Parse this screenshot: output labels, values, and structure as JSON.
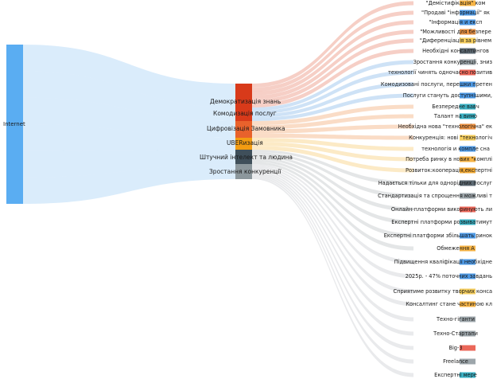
{
  "source": {
    "label": "Internet",
    "color": "#5aadf2"
  },
  "middle": [
    {
      "label": "Демократизація знань",
      "color": "#d83a1a"
    },
    {
      "label": "Комодизація послуг",
      "color": "#d83a1a"
    },
    {
      "label": "Цифровізація Замовника",
      "color": "#e8622c"
    },
    {
      "label": "UBERизація",
      "color": "#f39c12"
    },
    {
      "label": "Штучний інтелект та людина",
      "color": "#3f4f5a"
    },
    {
      "label": "Зростання конкуренції",
      "color": "#8c979c"
    }
  ],
  "targets": [
    {
      "label": "\"Демістифікація\" ком",
      "color": "#f5a623",
      "from": 0
    },
    {
      "label": "\"Продаві \"інформації\" як",
      "color": "#2e86de",
      "from": 0
    },
    {
      "label": "\"Інформація и експ",
      "color": "#2e86de",
      "from": 0
    },
    {
      "label": "\"Можливості для безпере",
      "color": "#e67e22",
      "from": 0
    },
    {
      "label": "\"Диференціація за рівнем",
      "color": "#f5c542",
      "from": 0
    },
    {
      "label": "Необхідні консалтингов",
      "color": "#3f4f5a",
      "from": 0
    },
    {
      "label": "Зростання конкуренції, зниз",
      "color": "#8c979c",
      "from": 1
    },
    {
      "label": "технології чинять одночасно позитив",
      "color": "#e74c3c",
      "from": 1
    },
    {
      "label": "Комодизовані послуги, перешки претен",
      "color": "#2e86de",
      "from": 1
    },
    {
      "label": "Послуги стануть доступнішими,",
      "color": "#2e86de",
      "from": 1
    },
    {
      "label": "Безпередне вавч",
      "color": "#17a2b8",
      "from": 2
    },
    {
      "label": "Талант на вимо",
      "color": "#17a2b8",
      "from": 2
    },
    {
      "label": "Необхідна нова \"технологічна\" ек",
      "color": "#e67e22",
      "from": 2
    },
    {
      "label": "Конкуренція: нові \"технологіч",
      "color": "#f5c542",
      "from": 2
    },
    {
      "label": "технологія и компле сна",
      "color": "#2e86de",
      "from": 3
    },
    {
      "label": "Потреба ринку в нових \"комплі",
      "color": "#f5a623",
      "from": 3
    },
    {
      "label": "Розвиток:кооперація,експертні",
      "color": "#f39c12",
      "from": 3
    },
    {
      "label": "Надається тільки для однорідних послуг",
      "color": "#3f4f5a",
      "from": 4
    },
    {
      "label": "Стандартизація та спрощення можливі т",
      "color": "#8c979c",
      "from": 4
    },
    {
      "label": "Онлайн-платформи викоринують ли",
      "color": "#e74c3c",
      "from": 4
    },
    {
      "label": "Експертні платформи розвиватимут",
      "color": "#17a2b8",
      "from": 4
    },
    {
      "label": "Експертні платформи збільшать ринок",
      "color": "#2e86de",
      "from": 4
    },
    {
      "label": "Обмеження А",
      "color": "#f5a623",
      "from": 4
    },
    {
      "label": "Підвищення кваліфікації необхідне",
      "color": "#2e86de",
      "from": 5
    },
    {
      "label": "2025р. - 47% поточних завдань",
      "color": "#2e86de",
      "from": 5
    },
    {
      "label": "Сприятиме розвитку творчих конса",
      "color": "#f5c542",
      "from": 5
    },
    {
      "label": "Консалтинг стане частиною кл",
      "color": "#f5a623",
      "from": 5
    },
    {
      "label": "Техно-гіганти",
      "color": "#8c979c",
      "from": 5
    },
    {
      "label": "Техно-Стартапи",
      "color": "#8c979c",
      "from": 5
    },
    {
      "label": "Big-3",
      "color": "#e74c3c",
      "from": 5
    },
    {
      "label": "Freelance",
      "color": "#8c979c",
      "from": 5
    },
    {
      "label": "Експертні мере",
      "color": "#17a2b8",
      "from": 5
    }
  ]
}
